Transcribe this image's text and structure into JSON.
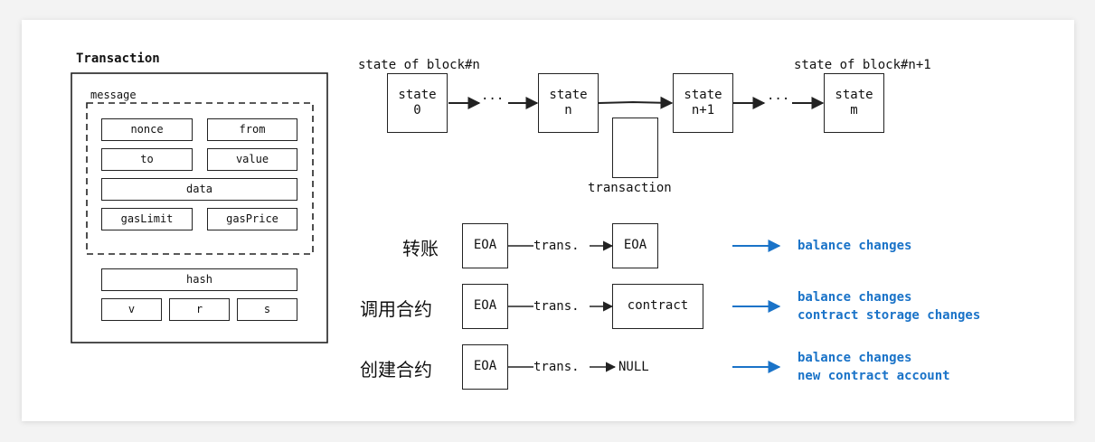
{
  "transaction": {
    "title": "Transaction",
    "message_label": "message",
    "fields": {
      "nonce": "nonce",
      "from": "from",
      "to": "to",
      "value": "value",
      "data": "data",
      "gasLimit": "gasLimit",
      "gasPrice": "gasPrice",
      "hash": "hash",
      "v": "v",
      "r": "r",
      "s": "s"
    }
  },
  "state_chain": {
    "label_left": "state of block#n",
    "label_right": "state of block#n+1",
    "states": [
      "state\n0",
      "state\nn",
      "state\nn+1",
      "state\nm"
    ],
    "ellipsis": "···",
    "transaction_label": "transaction"
  },
  "rows": [
    {
      "title": "转账",
      "from": "EOA",
      "arrow_label": "trans.",
      "to": "EOA",
      "effects": [
        "balance changes"
      ]
    },
    {
      "title": "调用合约",
      "from": "EOA",
      "arrow_label": "trans.",
      "to": "contract",
      "effects": [
        "balance changes",
        "contract storage changes"
      ]
    },
    {
      "title": "创建合约",
      "from": "EOA",
      "arrow_label": "trans.",
      "to": "NULL",
      "effects": [
        "balance changes",
        "new contract account"
      ]
    }
  ],
  "colors": {
    "accent": "#1a73c8",
    "stroke": "#222222"
  }
}
